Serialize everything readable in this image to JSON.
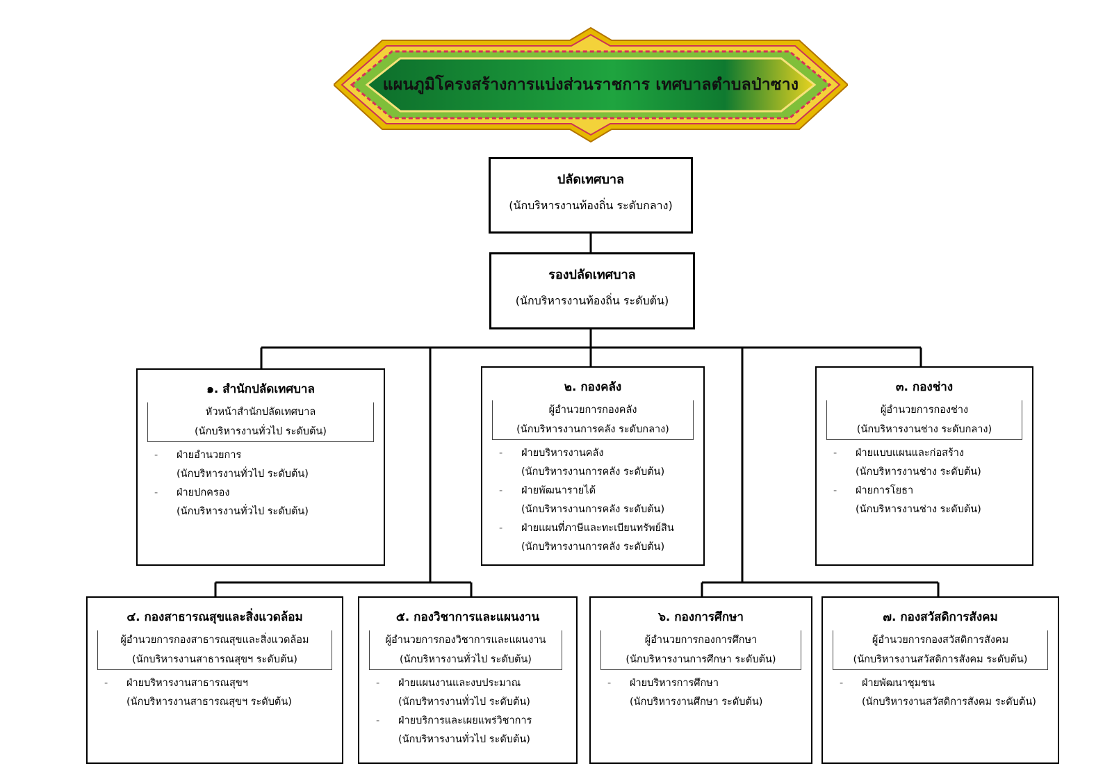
{
  "title": "แผนภูมิโครงสร้างการแบ่งส่วนราชการ เทศบาลตำบลป่าซาง",
  "colors": {
    "banner_green": "#1a8a3a",
    "banner_gold": "#e3c21a",
    "line": "#000000"
  },
  "top": {
    "title": "ปลัดเทศบาล",
    "subtitle": "(นักบริหารงานท้องถิ่น ระดับกลาง)"
  },
  "deputy": {
    "title": "รองปลัดเทศบาล",
    "subtitle": "(นักบริหารงานท้องถิ่น ระดับต้น)"
  },
  "departments": [
    {
      "title": "๑. สำนักปลัดเทศบาล",
      "head": [
        "หัวหน้าสำนักปลัดเทศบาล",
        "(นักบริหารงานทั่วไป ระดับต้น)"
      ],
      "units": [
        {
          "name": "ฝ่ายอำนวยการ",
          "level": "(นักบริหารงานทั่วไป ระดับต้น)"
        },
        {
          "name": "ฝ่ายปกครอง",
          "level": "(นักบริหารงานทั่วไป ระดับต้น)"
        }
      ]
    },
    {
      "title": "๒. กองคลัง",
      "head": [
        "ผู้อำนวยการกองคลัง",
        "(นักบริหารงานการคลัง ระดับกลาง)"
      ],
      "units": [
        {
          "name": "ฝ่ายบริหารงานคลัง",
          "level": "(นักบริหารงานการคลัง ระดับต้น)"
        },
        {
          "name": "ฝ่ายพัฒนารายได้",
          "level": "(นักบริหารงานการคลัง ระดับต้น)"
        },
        {
          "name": "ฝ่ายแผนที่ภาษีและทะเบียนทรัพย์สิน",
          "level": "(นักบริหารงานการคลัง ระดับต้น)"
        }
      ]
    },
    {
      "title": "๓. กองช่าง",
      "head": [
        "ผู้อำนวยการกองช่าง",
        "(นักบริหารงานช่าง ระดับกลาง)"
      ],
      "units": [
        {
          "name": "ฝ่ายแบบแผนและก่อสร้าง",
          "level": "(นักบริหารงานช่าง ระดับต้น)"
        },
        {
          "name": "ฝ่ายการโยธา",
          "level": "(นักบริหารงานช่าง ระดับต้น)"
        }
      ]
    },
    {
      "title": "๔. กองสาธารณสุขและสิ่งแวดล้อม",
      "head": [
        "ผู้อำนวยการกองสาธารณสุขและสิ่งแวดล้อม",
        "(นักบริหารงานสาธารณสุขฯ ระดับต้น)"
      ],
      "units": [
        {
          "name": "ฝ่ายบริหารงานสาธารณสุขฯ",
          "level": "(นักบริหารงานสาธารณสุขฯ ระดับต้น)"
        }
      ]
    },
    {
      "title": "๕. กองวิชาการและแผนงาน",
      "head": [
        "ผู้อำนวยการกองวิชาการและแผนงาน",
        "(นักบริหารงานทั่วไป ระดับต้น)"
      ],
      "units": [
        {
          "name": "ฝ่ายแผนงานและงบประมาณ",
          "level": "(นักบริหารงานทั่วไป ระดับต้น)"
        },
        {
          "name": "ฝ่ายบริการและเผยแพร่วิชาการ",
          "level": "(นักบริหารงานทั่วไป ระดับต้น)"
        }
      ]
    },
    {
      "title": "๖. กองการศึกษา",
      "head": [
        "ผู้อำนวยการกองการศึกษา",
        "(นักบริหารงานการศึกษา ระดับต้น)"
      ],
      "units": [
        {
          "name": "ฝ่ายบริหารการศึกษา",
          "level": "(นักบริหารงานศึกษา ระดับต้น)"
        }
      ]
    },
    {
      "title": "๗. กองสวัสดิการสังคม",
      "head": [
        "ผู้อำนวยการกองสวัสดิการสังคม",
        "(นักบริหารงานสวัสดิการสังคม ระดับต้น)"
      ],
      "units": [
        {
          "name": "ฝ่ายพัฒนาชุมชน",
          "level": "(นักบริหารงานสวัสดิการสังคม ระดับต้น)"
        }
      ]
    }
  ]
}
